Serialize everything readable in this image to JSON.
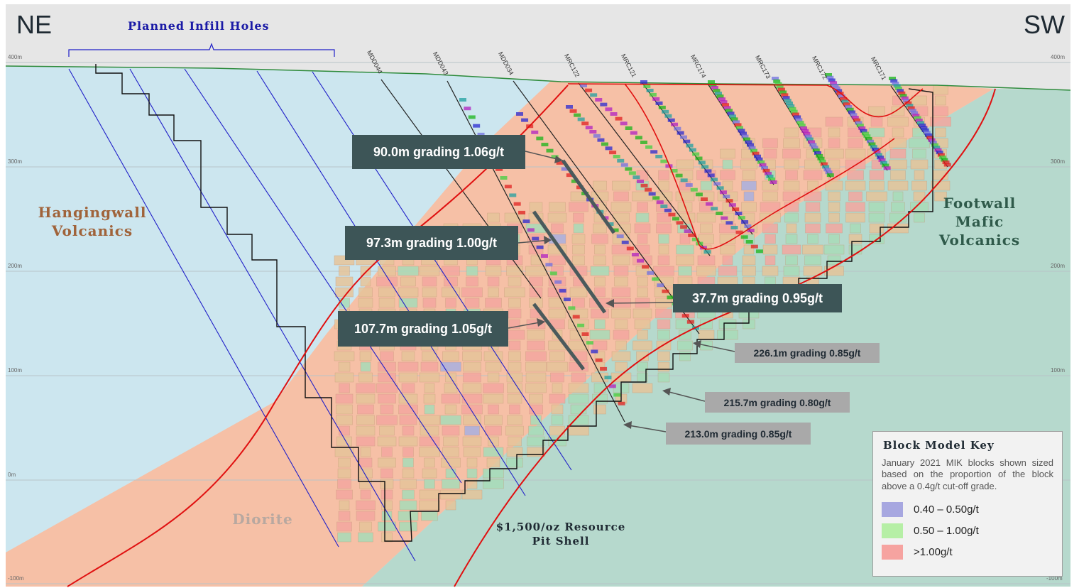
{
  "header": {
    "left_direction": "NE",
    "right_direction": "SW",
    "infill_title": "Planned Infill Holes"
  },
  "elevations": [
    "400m",
    "300m",
    "200m",
    "100m",
    "0m",
    "-100m"
  ],
  "units": {
    "hangingwall": "Hangingwall\nVolcanics",
    "footwall": "Footwall\nMafic\nVolcanics",
    "diorite": "Diorite",
    "pit_shell": "$1,500/oz Resource\nPit Shell"
  },
  "holes": [
    "MDD044",
    "MDD043",
    "MDD034",
    "MRC122",
    "MRC121",
    "MRC174",
    "MRC173",
    "MRC172",
    "MRC171"
  ],
  "callouts": {
    "c1": "90.0m grading 1.06g/t",
    "c2": "97.3m grading 1.00g/t",
    "c3": "107.7m grading 1.05g/t",
    "c4": "37.7m grading 0.95g/t",
    "c5": "226.1m grading 0.85g/t",
    "c6": "215.7m grading 0.80g/t",
    "c7": "213.0m grading 0.85g/t"
  },
  "key": {
    "title": "Block Model Key",
    "description": "January 2021 MIK blocks shown sized based on the proportion of the block above a 0.4g/t cut-off grade.",
    "items": [
      {
        "label": "0.40 – 0.50g/t",
        "color": "#a7a7e0"
      },
      {
        "label": "0.50 – 1.00g/t",
        "color": "#b6efa6"
      },
      {
        "label": ">1.00g/t",
        "color": "#f6a3a0"
      }
    ]
  },
  "colors": {
    "hangingwall": "#cce6ef",
    "diorite": "#f6c0a6",
    "footwall": "#b6d9cd",
    "sky": "#e6e6e6",
    "topo": "#2e8b3c",
    "shell": "#e01010",
    "infill_line": "#2020c8",
    "pit": "#111111",
    "hangingwall_text": "#a0633a",
    "footwall_text": "#2f5a4a",
    "diorite_text": "#b8a8a0"
  }
}
